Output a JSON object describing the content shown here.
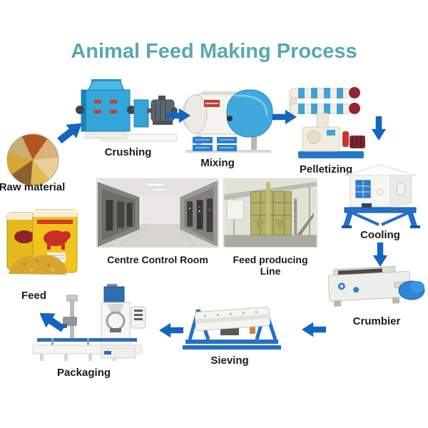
{
  "title": "Animal Feed Making Process",
  "colors": {
    "title": "#56a8b2",
    "arrow": "#1565c0",
    "label": "#1b1b1b"
  },
  "steps": [
    {
      "id": "raw-material",
      "label": "Raw material"
    },
    {
      "id": "crushing",
      "label": "Crushing"
    },
    {
      "id": "mixing",
      "label": "Mixing"
    },
    {
      "id": "pelletizing",
      "label": "Pelletizing"
    },
    {
      "id": "cooling",
      "label": "Cooling"
    },
    {
      "id": "crumbier",
      "label": "Crumbier"
    },
    {
      "id": "sieving",
      "label": "Sieving"
    },
    {
      "id": "packaging",
      "label": "Packaging"
    },
    {
      "id": "feed",
      "label": "Feed"
    }
  ],
  "photos": [
    {
      "id": "control-room",
      "label": "Centre Control Room"
    },
    {
      "id": "producing-line",
      "label": "Feed producing Line"
    }
  ],
  "arrows": [
    {
      "name": "raw-material-to-crushing",
      "direction": "up-right"
    },
    {
      "name": "crushing-to-mixing",
      "direction": "right"
    },
    {
      "name": "mixing-to-pelletizing",
      "direction": "right"
    },
    {
      "name": "pelletizing-to-cooling",
      "direction": "down"
    },
    {
      "name": "cooling-to-crumbier",
      "direction": "down"
    },
    {
      "name": "crumbier-to-sieving",
      "direction": "left"
    },
    {
      "name": "sieving-to-packaging",
      "direction": "left"
    },
    {
      "name": "packaging-to-feed",
      "direction": "up-left"
    }
  ]
}
